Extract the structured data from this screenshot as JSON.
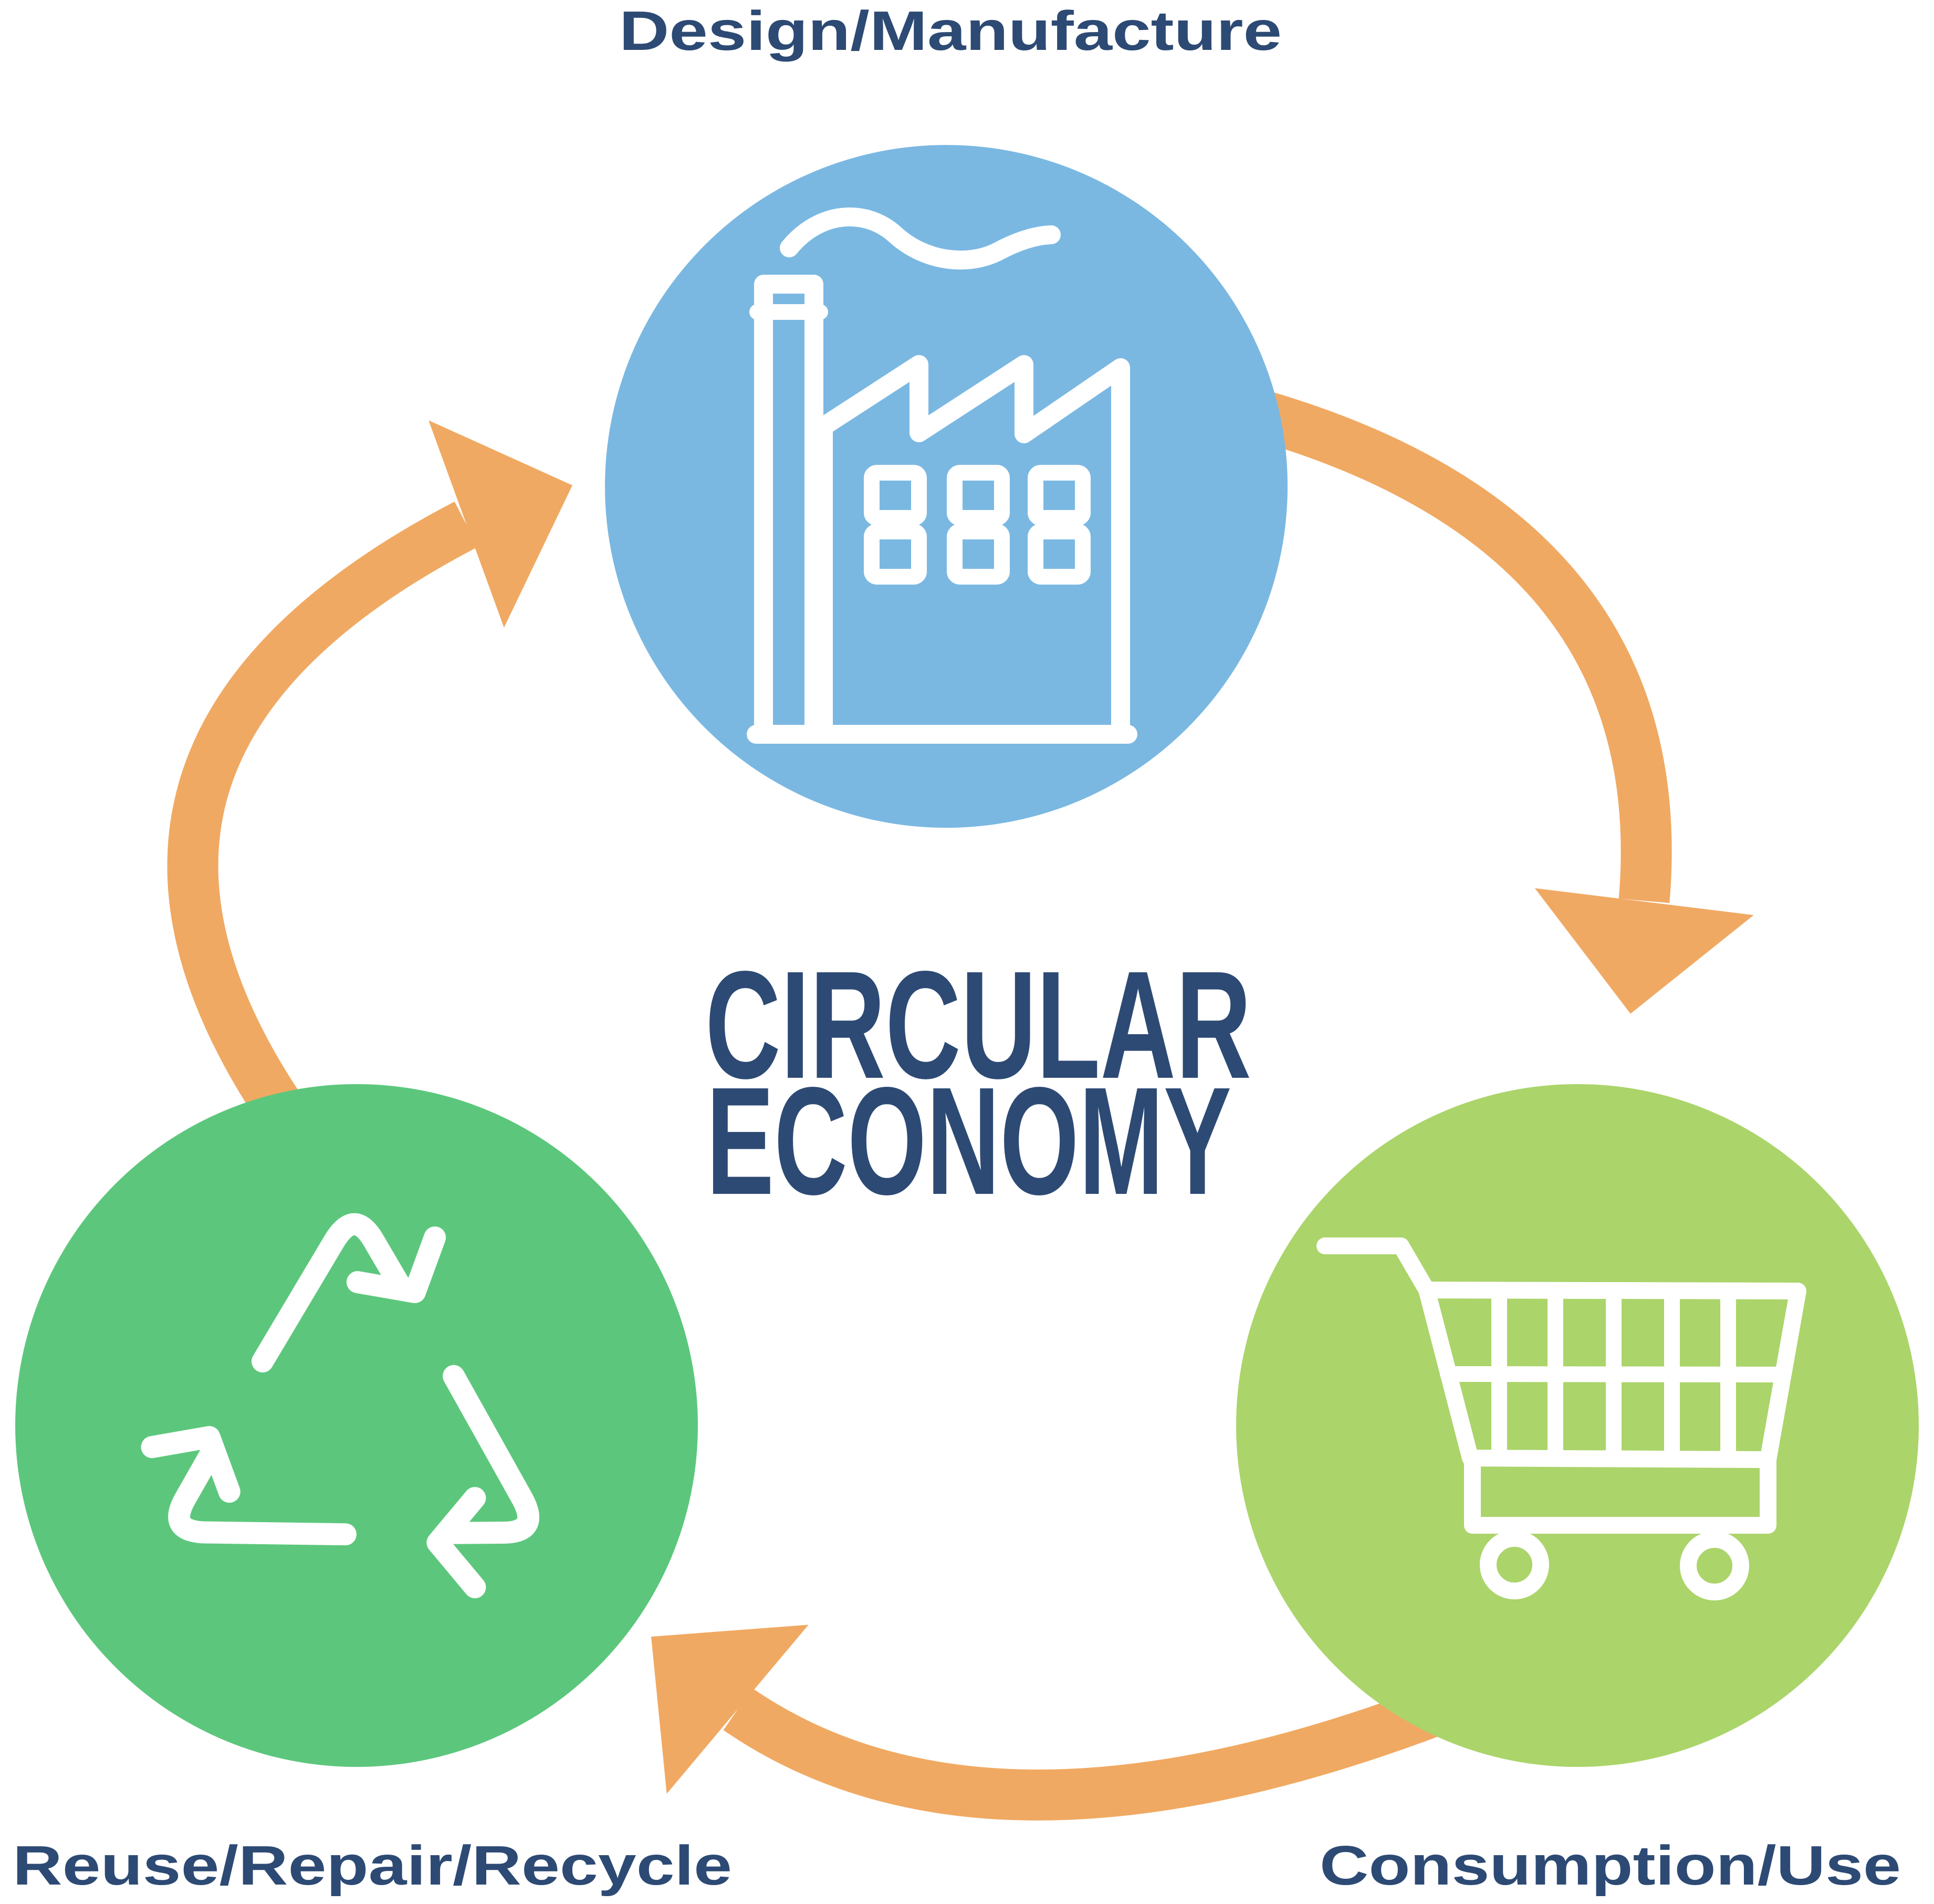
{
  "diagram_title": {
    "line1": "CIRCULAR",
    "line2": "ECONOMY"
  },
  "nodes": [
    {
      "label": "Design/Manufacture",
      "icon": "factory-icon",
      "color": "#7AB8E2"
    },
    {
      "label": "Consumption/Use",
      "icon": "shopping-cart-icon",
      "color": "#ABD46A"
    },
    {
      "label": "Reuse/Repair/Recycle",
      "icon": "recycle-icon",
      "color": "#5CC77C"
    }
  ],
  "colors": {
    "node_design": "#7AB8E2",
    "node_consumption": "#ABD46A",
    "node_reuse": "#5CC77C",
    "arrow": "#F0A962",
    "text": "#2D4A74",
    "icon_stroke": "#FFFFFF",
    "background": "#FFFFFF"
  }
}
